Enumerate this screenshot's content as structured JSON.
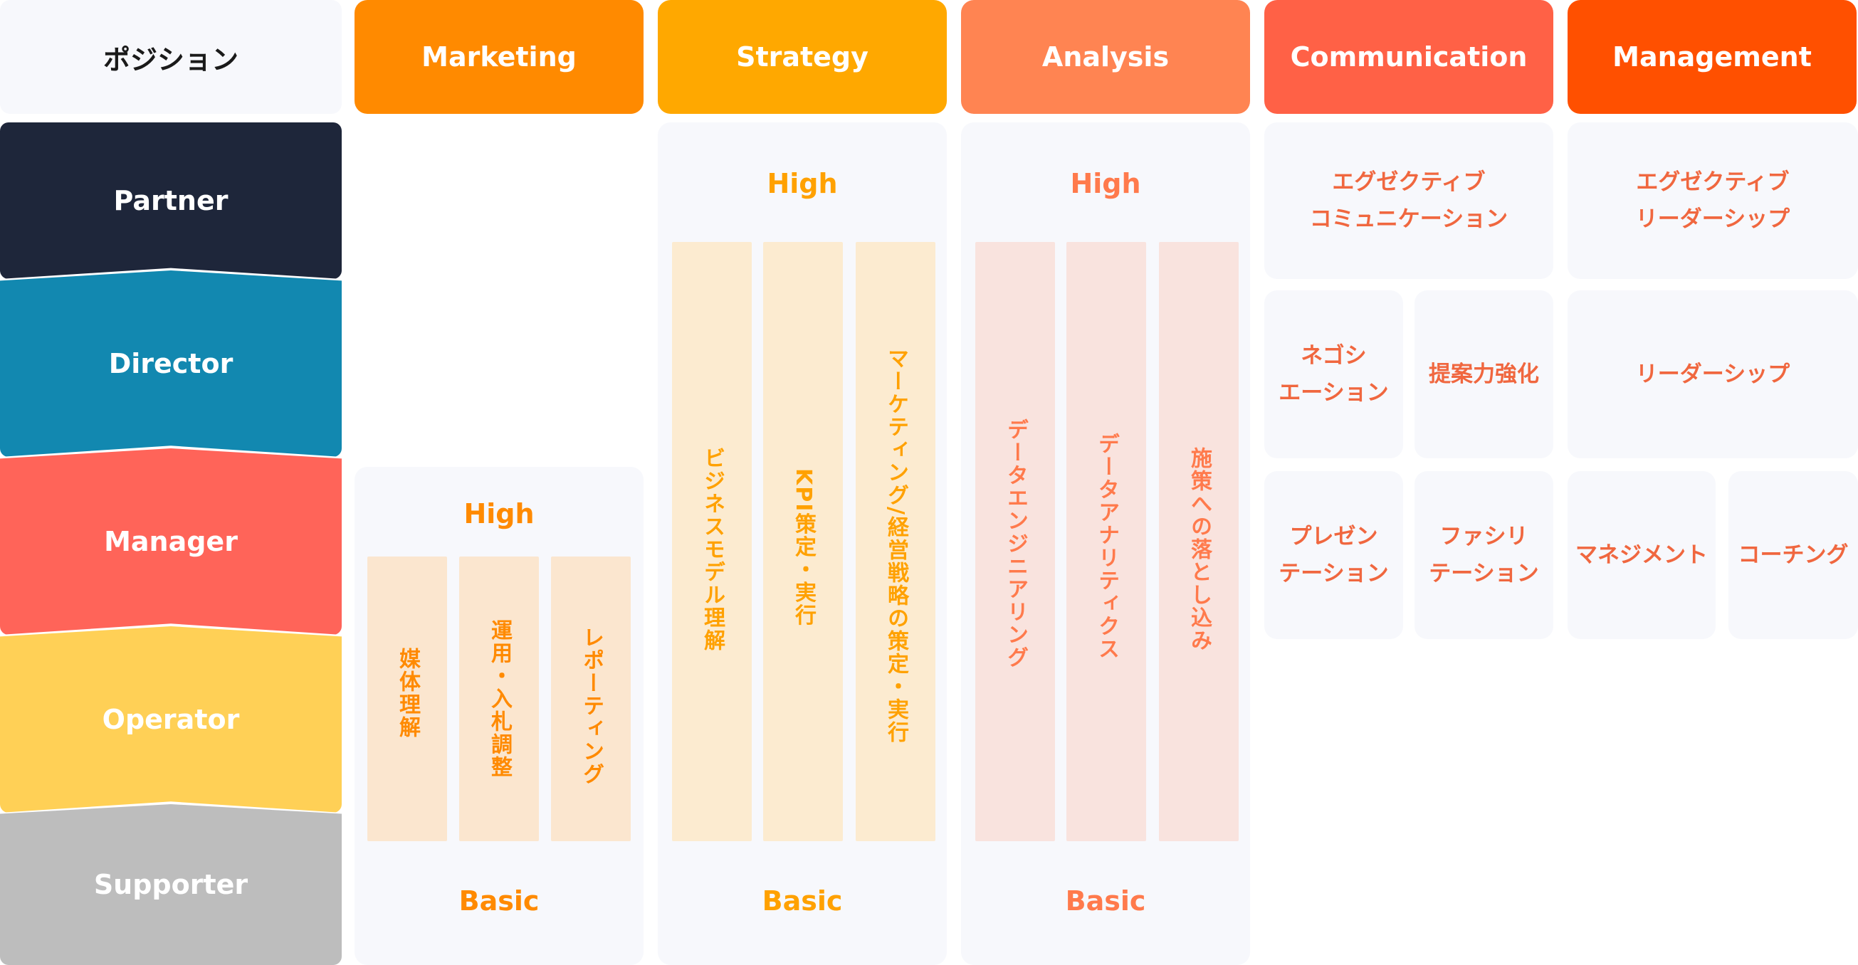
{
  "header": {
    "position_label": "ポジション"
  },
  "categories": [
    {
      "label": "Marketing",
      "color": "#ff8a00"
    },
    {
      "label": "Strategy",
      "color": "#ffa800"
    },
    {
      "label": "Analysis",
      "color": "#ff8452"
    },
    {
      "label": "Communication",
      "color": "#ff6146"
    },
    {
      "label": "Management",
      "color": "#ff5000"
    }
  ],
  "positions": [
    {
      "label": "Partner",
      "color": "#1e263a"
    },
    {
      "label": "Director",
      "color": "#1288b0"
    },
    {
      "label": "Manager",
      "color": "#ff6459"
    },
    {
      "label": "Operator",
      "color": "#ffd056"
    },
    {
      "label": "Supporter",
      "color": "#bdbdbd"
    }
  ],
  "level": {
    "high": "High",
    "basic": "Basic"
  },
  "marketing": {
    "skills": [
      "媒体理解",
      "運用・入札調整",
      "レポーティング"
    ],
    "bar_color": "#fbe6cf",
    "text_color": "#ff8a00"
  },
  "strategy": {
    "skills": [
      "ビジネスモデル理解",
      "KPI策定・実行",
      "マーケティング/経営戦略の策定・実行"
    ],
    "bar_color": "#fcebd0",
    "text_color": "#ffa100"
  },
  "analysis": {
    "skills": [
      "データエンジニアリング",
      "データアナリティクス",
      "施策への落とし込み"
    ],
    "bar_color": "#f9e3de",
    "text_color": "#ff7a4c"
  },
  "communication": {
    "executive": "エグゼクティブ\nコミュニケーション",
    "negotiation": "ネゴシ\nエーション",
    "proposal": "提案力強化",
    "presentation": "プレゼン\nテーション",
    "facilitation": "ファシリ\nテーション"
  },
  "management": {
    "executive": "エグゼクティブ\nリーダーシップ",
    "leadership": "リーダーシップ",
    "management": "マネジメント",
    "coaching": "コーチング"
  }
}
